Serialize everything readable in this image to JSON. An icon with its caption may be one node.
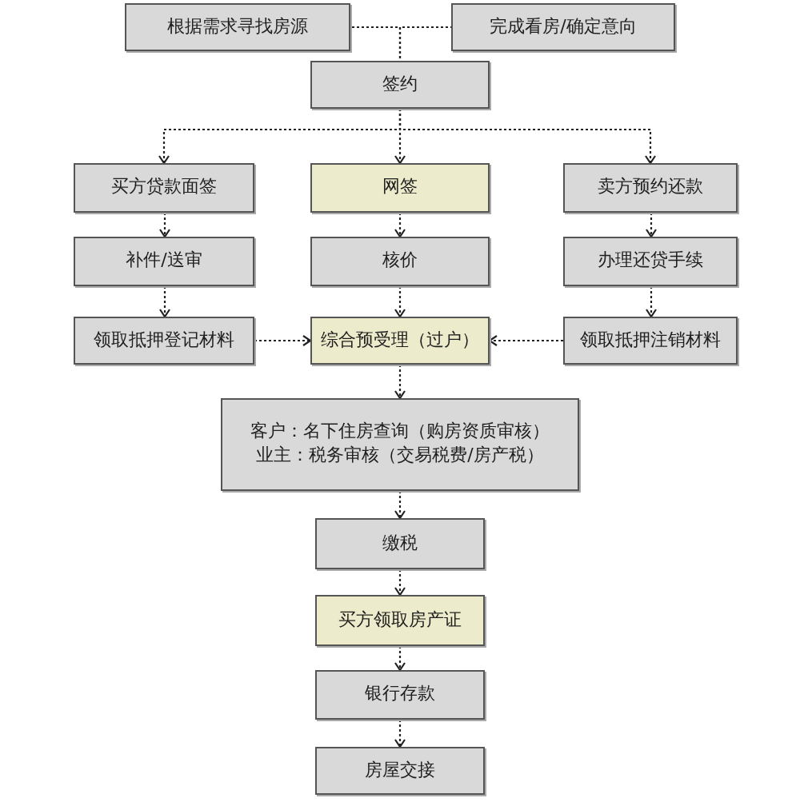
{
  "diagram": {
    "nodes": [
      {
        "text": [
          "根据需求寻找房源"
        ]
      },
      {
        "text": [
          "完成看房/确定意向"
        ]
      },
      {
        "text": [
          "签约"
        ]
      },
      {
        "text": [
          "买方贷款面签"
        ]
      },
      {
        "text": [
          "网签"
        ]
      },
      {
        "text": [
          "卖方预约还款"
        ]
      },
      {
        "text": [
          "补件/送审"
        ]
      },
      {
        "text": [
          "核价"
        ]
      },
      {
        "text": [
          "办理还贷手续"
        ]
      },
      {
        "text": [
          "领取抵押登记材料"
        ]
      },
      {
        "text": [
          "综合预受理（过户）"
        ]
      },
      {
        "text": [
          "领取抵押注销材料"
        ]
      },
      {
        "text": [
          "客户：名下住房查询（购房资质审核）",
          "业主：税务审核（交易税费/房产税）"
        ]
      },
      {
        "text": [
          "缴税"
        ]
      },
      {
        "text": [
          "买方领取房产证"
        ]
      },
      {
        "text": [
          "银行存款"
        ]
      },
      {
        "text": [
          "房屋交接"
        ]
      }
    ],
    "edges": [
      {
        "from": 0,
        "to": 2,
        "arrow": "none"
      },
      {
        "from": 1,
        "to": 2,
        "arrow": "none"
      },
      {
        "from": 2,
        "to": 3,
        "arrow": "to"
      },
      {
        "from": 2,
        "to": 4,
        "arrow": "to"
      },
      {
        "from": 2,
        "to": 5,
        "arrow": "to"
      },
      {
        "from": 3,
        "to": 6,
        "arrow": "to"
      },
      {
        "from": 4,
        "to": 7,
        "arrow": "to"
      },
      {
        "from": 5,
        "to": 8,
        "arrow": "to"
      },
      {
        "from": 6,
        "to": 9,
        "arrow": "to"
      },
      {
        "from": 7,
        "to": 10,
        "arrow": "to"
      },
      {
        "from": 8,
        "to": 11,
        "arrow": "to"
      },
      {
        "from": 9,
        "to": 10,
        "arrow": "to"
      },
      {
        "from": 11,
        "to": 10,
        "arrow": "to"
      },
      {
        "from": 10,
        "to": 12,
        "arrow": "to"
      },
      {
        "from": 12,
        "to": 13,
        "arrow": "to"
      },
      {
        "from": 13,
        "to": 14,
        "arrow": "to"
      },
      {
        "from": 14,
        "to": 15,
        "arrow": "to"
      },
      {
        "from": 15,
        "to": 16,
        "arrow": "to"
      }
    ]
  }
}
